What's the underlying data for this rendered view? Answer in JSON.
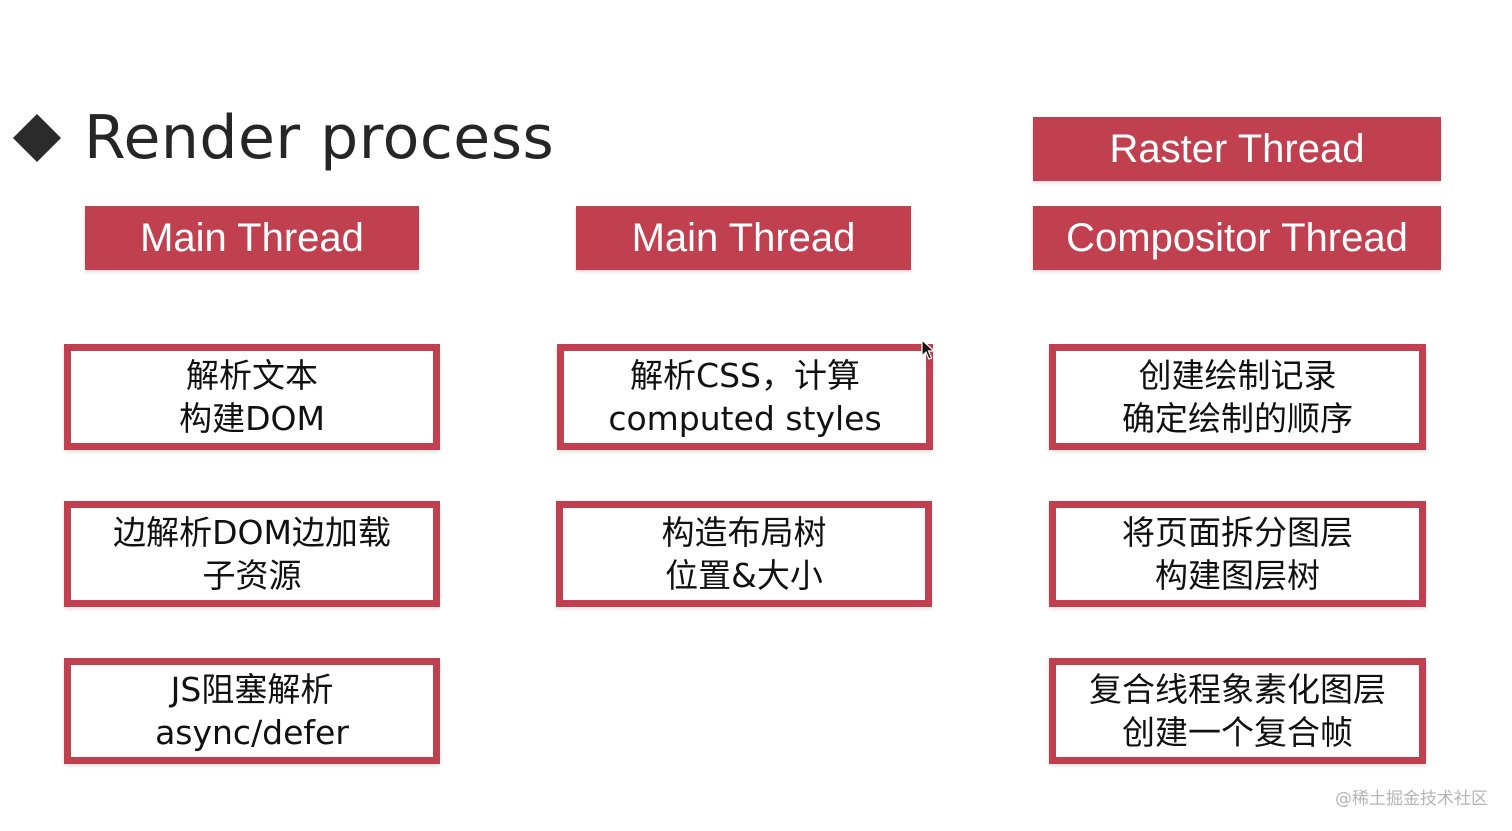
{
  "slide": {
    "title": "Render process",
    "icon": "diamond-bullet-icon",
    "accent_color": "#c0404f"
  },
  "columns": [
    {
      "threads": [
        "Main Thread"
      ],
      "steps": [
        {
          "line1": "解析文本",
          "line2": "构建DOM"
        },
        {
          "line1": "边解析DOM边加载",
          "line2": "子资源"
        },
        {
          "line1": "JS阻塞解析",
          "line2": "async/defer"
        }
      ]
    },
    {
      "threads": [
        "Main Thread"
      ],
      "steps": [
        {
          "line1": "解析CSS，计算",
          "line2": "computed styles"
        },
        {
          "line1": "构造布局树",
          "line2": "位置&大小"
        }
      ]
    },
    {
      "threads": [
        "Raster Thread",
        "Compositor Thread"
      ],
      "steps": [
        {
          "line1": "创建绘制记录",
          "line2": "确定绘制的顺序"
        },
        {
          "line1": "将页面拆分图层",
          "line2": "构建图层树"
        },
        {
          "line1": "复合线程象素化图层",
          "line2": "创建一个复合帧"
        }
      ]
    }
  ],
  "watermark": "@稀土掘金技术社区",
  "cursor_icon": "mouse-pointer-icon"
}
